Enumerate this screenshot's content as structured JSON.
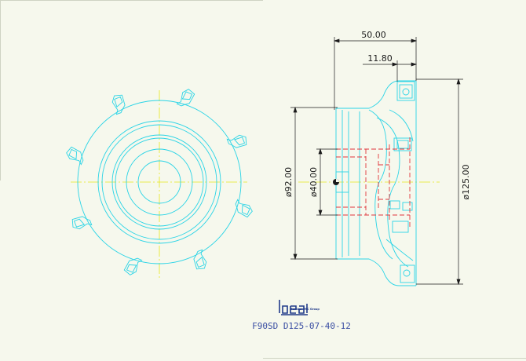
{
  "dimensions": {
    "overall_length": "50.00",
    "insert_offset": "11.80",
    "hub_diameter": "ø92.00",
    "bore_diameter": "ø40.00",
    "cutter_diameter": "ø125.00"
  },
  "logo": {
    "name": "Ideal",
    "tagline": "Member IMC Group"
  },
  "part_number": "F90SD D125-07-40-12",
  "colors": {
    "background": "#f6f8ed",
    "outline": "#2ad4e6",
    "centerline": "#e6e61a",
    "hidden": "#e0353a",
    "dimension": "#1b1b1b",
    "part_text": "#3a4ea3"
  }
}
